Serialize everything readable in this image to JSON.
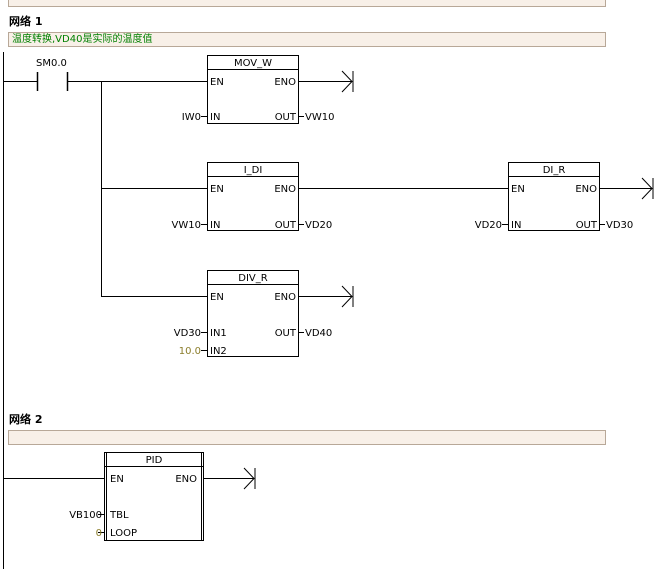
{
  "network1": {
    "title": "网络 1",
    "comment": "温度转换,VD40是实际的温度值",
    "contact": "SM0.0",
    "mov_w": {
      "name": "MOV_W",
      "en": "EN",
      "eno": "ENO",
      "in_pin": "IN",
      "out_pin": "OUT",
      "in_val": "IW0",
      "out_val": "VW10"
    },
    "i_di": {
      "name": "I_DI",
      "en": "EN",
      "eno": "ENO",
      "in_pin": "IN",
      "out_pin": "OUT",
      "in_val": "VW10",
      "out_val": "VD20"
    },
    "di_r": {
      "name": "DI_R",
      "en": "EN",
      "eno": "ENO",
      "in_pin": "IN",
      "out_pin": "OUT",
      "in_val": "VD20",
      "out_val": "VD30"
    },
    "div_r": {
      "name": "DIV_R",
      "en": "EN",
      "eno": "ENO",
      "in1_pin": "IN1",
      "in2_pin": "IN2",
      "out_pin": "OUT",
      "in1_val": "VD30",
      "in2_val": "10.0",
      "out_val": "VD40"
    }
  },
  "network2": {
    "title": "网络 2",
    "comment": "",
    "pid": {
      "name": "PID",
      "en": "EN",
      "eno": "ENO",
      "tbl_pin": "TBL",
      "loop_pin": "LOOP",
      "tbl_val": "VB100",
      "loop_val": "0"
    }
  },
  "colors": {
    "constant": "#8b7d2b",
    "comment_text": "#008000",
    "comment_bg": "#f8f0e8"
  }
}
